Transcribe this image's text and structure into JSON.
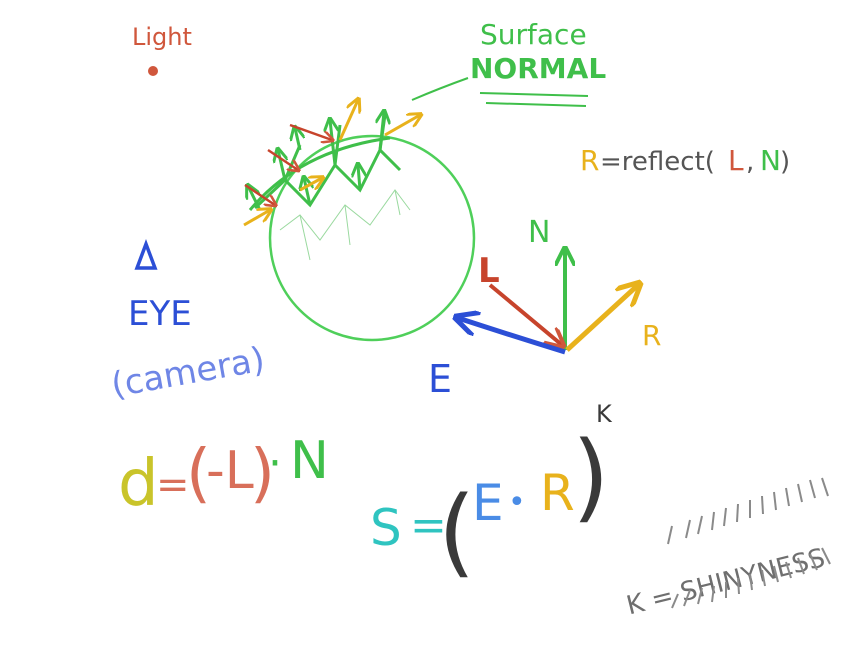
{
  "labels": {
    "light": "Light",
    "surface": "Surface",
    "normal": "NORMAL",
    "reflect_r": "R",
    "reflect_eq": "=reflect(",
    "reflect_l": "L",
    "reflect_comma": ",",
    "reflect_n": "N",
    "reflect_close": ")",
    "eye": "EYE",
    "camera": "(camera)",
    "vec_n": "N",
    "vec_l": "L",
    "vec_r": "R",
    "vec_e": "E",
    "diffuse_d": "d",
    "diffuse_eq": "=",
    "diffuse_lparen": "(",
    "diffuse_minus_l": "-L",
    "diffuse_rparen": ")",
    "diffuse_dot": "·",
    "diffuse_n": "N",
    "spec_s": "S",
    "spec_eq": "=",
    "spec_lparen": "(",
    "spec_e": "E",
    "spec_dot": "•",
    "spec_r": "R",
    "spec_rparen": ")",
    "spec_k": "K",
    "shiny": "K = SHINYNESS"
  },
  "colors": {
    "light": "#d0573c",
    "normal": "#3fbf4a",
    "reflect": "#e8b21c",
    "eye": "#2c4fd6",
    "camera": "#6f86e6",
    "diffuse_d": "#c9c42a",
    "spec_s": "#2fc4c0",
    "ink": "#3a3a3a",
    "gray": "#6f6f6f"
  },
  "icons": {
    "light_dot": "light-source-dot",
    "eye": "eye-triangle-icon"
  }
}
